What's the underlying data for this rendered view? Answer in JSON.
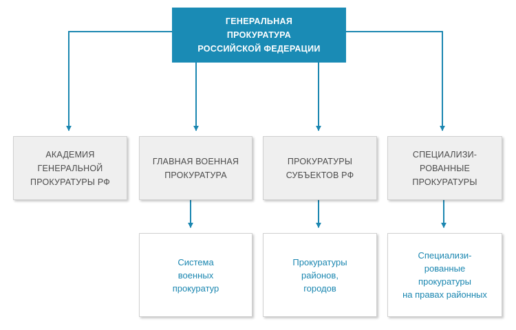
{
  "root": {
    "title": "ГЕНЕРАЛЬНАЯ\nПРОКУРАТУРА\nРОССИЙСКОЙ ФЕДЕРАЦИИ"
  },
  "level2": [
    {
      "label": "АКАДЕМИЯ\nГЕНЕРАЛЬНОЙ\nПРОКУРАТУРЫ РФ"
    },
    {
      "label": "ГЛАВНАЯ ВОЕННАЯ\nПРОКУРАТУРА"
    },
    {
      "label": "ПРОКУРАТУРЫ\nСУБЪЕКТОВ РФ"
    },
    {
      "label": "СПЕЦИАЛИЗИ-\nРОВАННЫЕ\nПРОКУРАТУРЫ"
    }
  ],
  "level3": [
    {
      "label": "Система\nвоенных\nпрокуратур"
    },
    {
      "label": "Прокуратуры\nрайонов,\nгородов"
    },
    {
      "label": "Специализи-\nрованные\nпрокуратуры\nна правах районных"
    }
  ],
  "colors": {
    "accent": "#1a8bb5",
    "connector": "#1a86b0",
    "level2_fill": "#efefef",
    "level3_text": "#1a86b0"
  }
}
